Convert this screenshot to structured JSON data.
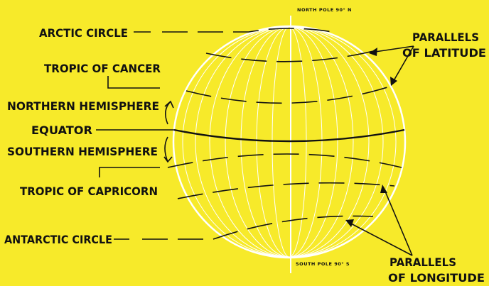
{
  "colors": {
    "background": "#f7ea2a",
    "ink": "#111111",
    "globe_lines": "#ffffff"
  },
  "poles": {
    "north": "NORTH POLE 90° N",
    "south": "SOUTH POLE 90° S"
  },
  "labels": {
    "arctic_circle": "ARCTIC CIRCLE",
    "tropic_of_cancer": "TROPIC OF CANCER",
    "northern_hemisphere": "NORTHERN HEMISPHERE",
    "equator": "EQUATOR",
    "southern_hemisphere": "SOUTHERN HEMISPHERE",
    "tropic_of_capricorn": "TROPIC OF CAPRICORN",
    "antarctic_circle": "ANTARCTIC CIRCLE",
    "parallels_latitude_line1": "PARALLELS",
    "parallels_latitude_line2": "OF LATITUDE",
    "parallels_longitude_line1": "PARALLELS",
    "parallels_longitude_line2": "OF LONGITUDE"
  }
}
